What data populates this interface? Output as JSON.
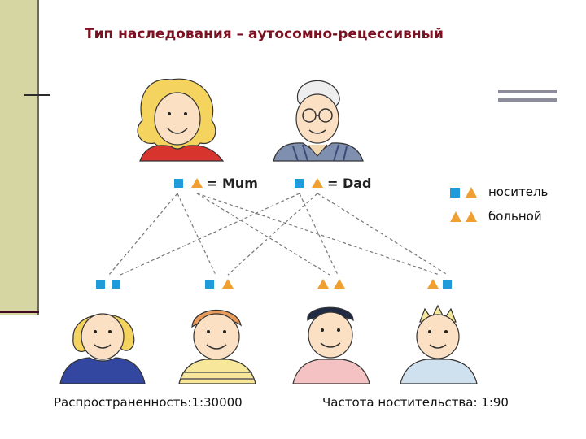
{
  "slide": {
    "title": "Тип наследования – аутосомно-рецессивный",
    "parents": {
      "mum_label": "= Mum",
      "dad_label": "= Dad"
    },
    "legend": {
      "carrier": "носитель",
      "affected": "больной"
    },
    "prevalence": "Распространенность:1:30000",
    "carrier_frequency": "Частота ноститель­ства: 1:90"
  },
  "colors": {
    "title": "#7a1020",
    "dominant_square": "#1e9bd8",
    "recessive_triangle": "#f0a030",
    "sidebar": "#d6d6a3",
    "accent_rule": "#3d0b1f"
  },
  "icons": [
    "square-allele-icon",
    "triangle-allele-icon"
  ]
}
